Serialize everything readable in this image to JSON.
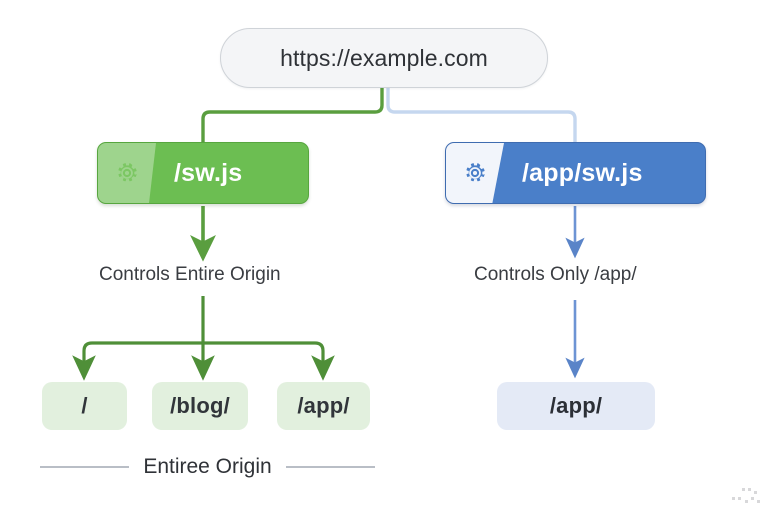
{
  "diagram": {
    "title_node": {
      "label": "https://example.com",
      "name": "origin-url-node"
    },
    "branches": [
      {
        "id": "green",
        "accent": "#5a9e3f",
        "card": {
          "label": "/sw.js",
          "icon": "gear-icon",
          "fill": "#6cbe52",
          "border": "#57a63f"
        },
        "caption": "Controls Entire Origin",
        "chips": [
          {
            "label": "/"
          },
          {
            "label": "/blog/"
          },
          {
            "label": "/app/"
          }
        ]
      },
      {
        "id": "blue",
        "accent": "#6d94d4",
        "card": {
          "label": "/app/sw.js",
          "icon": "gear-icon",
          "fill": "#4a7fc9",
          "border": "#3f6cb0"
        },
        "caption": "Controls Only /app/",
        "chips": [
          {
            "label": "/app/"
          }
        ]
      }
    ],
    "footer": {
      "label": "Entiree Origin",
      "rule_color": "#b9bec6"
    },
    "colors": {
      "background": "#ffffff",
      "pill_fill": "#f4f5f7",
      "pill_border": "#cfd3d8",
      "green_connector": "#5a9e3f",
      "blue_connector_top": "#c5d7ef",
      "blue_connector": "#6d94d4",
      "green_chip_fill": "#e2f0de",
      "blue_chip_fill": "#e4eaf6",
      "text_primary": "#2f3237"
    }
  }
}
